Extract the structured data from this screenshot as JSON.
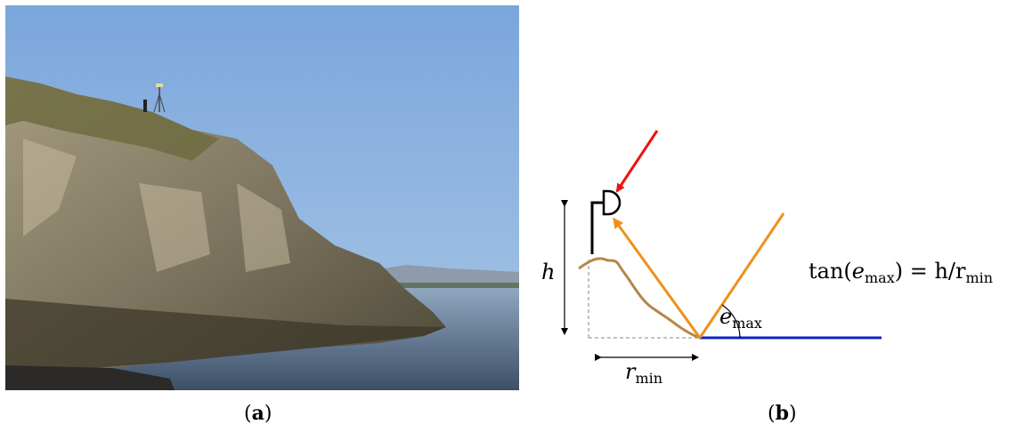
{
  "panel_a": {
    "caption_letter": "a"
  },
  "panel_b": {
    "caption_letter": "b",
    "label_h": "h",
    "label_rmin_base": "r",
    "label_rmin_sub": "min",
    "label_emax_base": "e",
    "label_emax_sub": "max",
    "formula": {
      "tan": "tan(",
      "e": "e",
      "e_sub": "max",
      "rest": ") = h/r",
      "r_sub": "min"
    },
    "colors": {
      "incoming_ray": "#ee1111",
      "reflection_rays": "#f0901a",
      "sea_line": "#1020c8",
      "terrain": "#b5874a",
      "antenna": "#000000",
      "guide": "#888888"
    }
  }
}
